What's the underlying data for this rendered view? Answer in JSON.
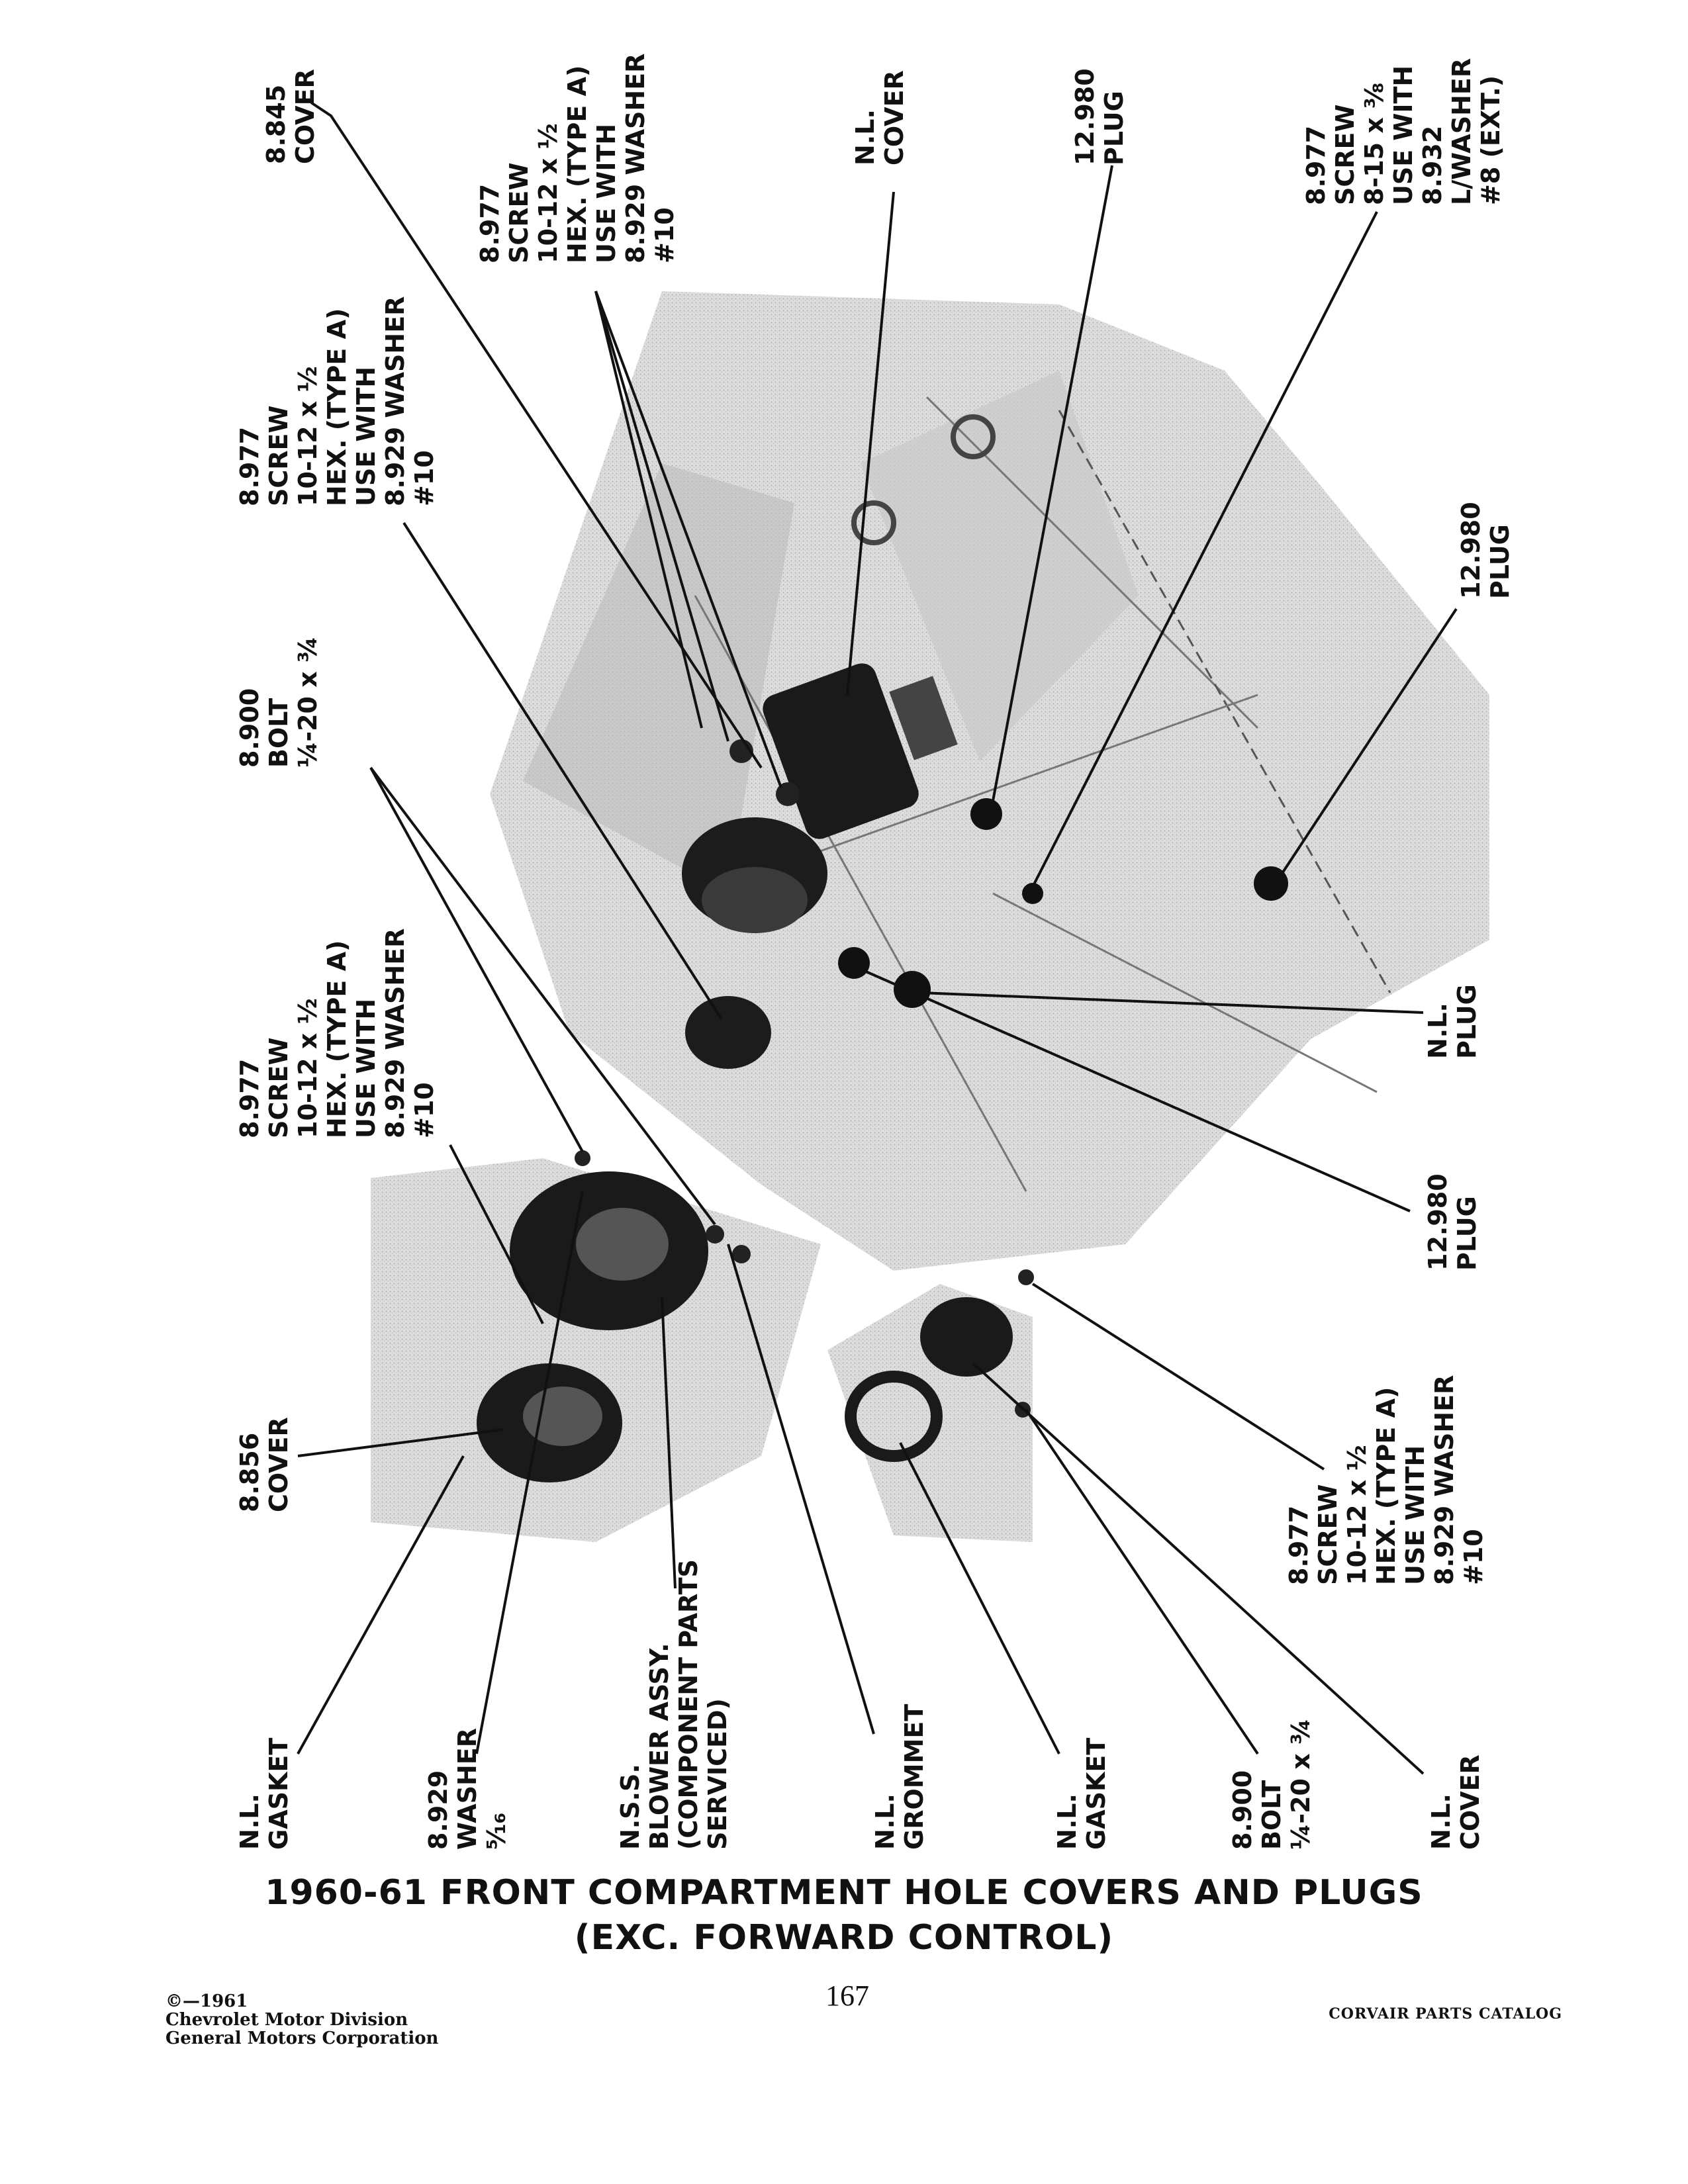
{
  "callouts": {
    "cover_8845": "8.845\nCOVER",
    "screw_top_left": "8.977\nSCREW\n10-12 x ½\nHEX. (TYPE A)\nUSE WITH\n8.929 WASHER\n#10",
    "screw_top_mid": "8.977\nSCREW\n10-12 x ½\nHEX. (TYPE A)\nUSE WITH\n8.929 WASHER\n#10",
    "nl_cover_top": "N.L.\nCOVER",
    "plug_12980_top": "12.980\nPLUG",
    "screw_top_right": "8.977\nSCREW\n8-15 x ⅜\nUSE WITH\n8.932\nL/WASHER\n#8 (EXT.)",
    "plug_12980_right": "12.980\nPLUG",
    "bolt_8900_left": "8.900\nBOLT\n¼-20 x ¾",
    "screw_left": "8.977\nSCREW\n10-12 x ½\nHEX. (TYPE A)\nUSE WITH\n8.929 WASHER\n#10",
    "nl_plug": "N.L.\nPLUG",
    "plug_12980_bottom": "12.980\nPLUG",
    "cover_8856": "8.856\nCOVER",
    "screw_bottom_right": "8.977\nSCREW\n10-12 x ½\nHEX. (TYPE A)\nUSE WITH\n8.929 WASHER\n#10",
    "gasket_left": "N.L.\nGASKET",
    "washer_8929": "8.929\nWASHER\n⁵⁄₁₆",
    "blower_assy": "N.S.S.\nBLOWER ASSY.\n(COMPONENT PARTS\nSERVICED)",
    "grommet": "N.L.\nGROMMET",
    "gasket_right": "N.L.\nGASKET",
    "bolt_8900_bottom": "8.900\nBOLT\n¼-20 x ¾",
    "nl_cover_bottom": "N.L.\nCOVER"
  },
  "title": {
    "line1": "1960-61 FRONT COMPARTMENT HOLE COVERS AND PLUGS",
    "line2": "(EXC. FORWARD CONTROL)"
  },
  "footer": {
    "copyright": "©—1961\nChevrolet Motor Division\nGeneral Motors Corporation",
    "page_number": "167",
    "catalog": "CORVAIR PARTS CATALOG"
  }
}
